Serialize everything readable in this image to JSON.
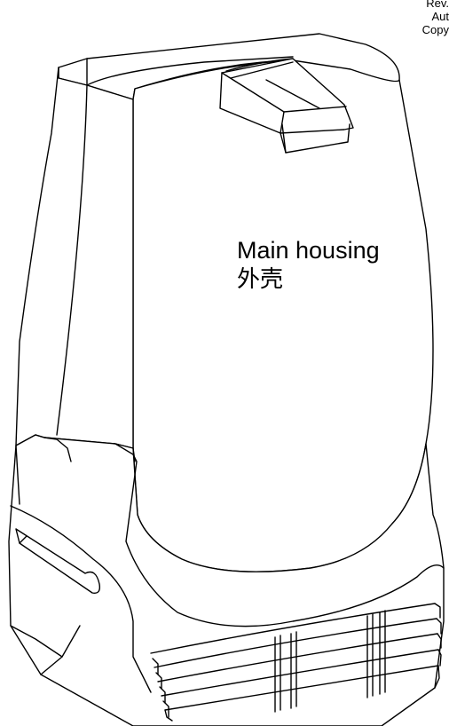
{
  "title_block": {
    "line1": "Rev.",
    "line2": "Aut",
    "line3": "Copy"
  },
  "callout": {
    "label_en": "Main housing",
    "label_cn": "外壳"
  }
}
